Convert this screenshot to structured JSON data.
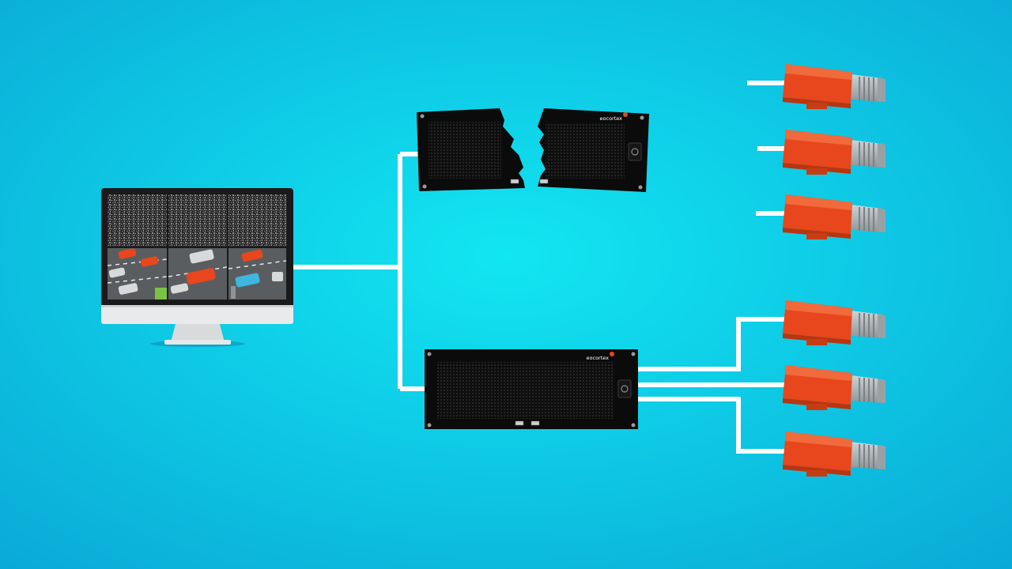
{
  "colors": {
    "bg_center": "#12e6f2",
    "bg_edge": "#0aa9d6",
    "cable": "#ffffff",
    "server_body": "#0b0b0b",
    "camera_body": "#e8461c",
    "camera_lens": "#a9b0b3",
    "monitor_bezel": "#1a1a1a",
    "monitor_chin": "#e9eaeb",
    "brand_accent": "#e8461c"
  },
  "monitor": {
    "icon": "monitor-icon",
    "feeds": [
      "static",
      "static",
      "static",
      "traffic",
      "traffic",
      "traffic"
    ]
  },
  "servers": [
    {
      "name": "broken-server",
      "brand": "eocortex",
      "state": "broken"
    },
    {
      "name": "working-server",
      "brand": "eocortex",
      "state": "working"
    }
  ],
  "cameras": {
    "icon": "cctv-camera-icon",
    "count": 6
  }
}
